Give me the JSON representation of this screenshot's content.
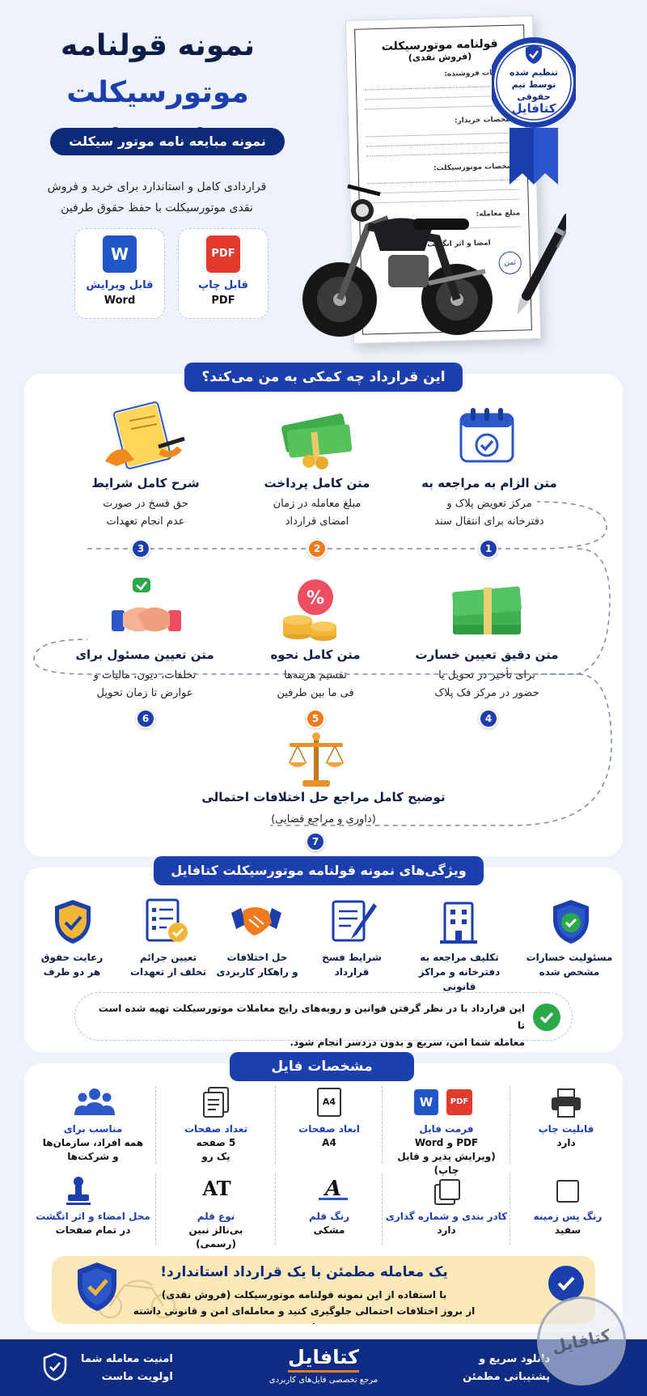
{
  "header": {
    "title_line1": "نمونه قولنامه",
    "title_line2": "موتورسیکلت (نقدی)",
    "subtitle_pill": "نمونه مبایعه نامه موتور سیکلت",
    "description_line1": "قراردادی کامل و استاندارد برای خرید و فروش",
    "description_line2": "نقدی موتورسیکلت با حفظ حقوق طرفین",
    "word_card": {
      "icon_letter": "W",
      "line1": "قابل ویرایش",
      "line2": "Word"
    },
    "pdf_card": {
      "icon_text": "PDF",
      "line1": "قابل چاپ",
      "line2": "PDF"
    },
    "seal": {
      "line1": "تنظیم شده",
      "line2": "توسط تیم",
      "line3": "حقوقی",
      "line4": "کتافایل"
    },
    "document": {
      "title": "قولنامه موتورسیکلت",
      "subtitle": "(فروش نقدی)",
      "section1": "مشخصات فروشنده:",
      "section2": "مشخصات خریدار:",
      "section3": "مشخصات موتورسیکلت:",
      "section4": "مبلغ معامله:",
      "footer": "امضا و اثر انگشت طرفین",
      "stamp": "ثمن"
    }
  },
  "help": {
    "title": "این قرارداد چه کمکی به من می‌کند؟",
    "items": [
      {
        "num": "1",
        "title": "متن الزام به مراجعه به",
        "line1": "مرکز تعویض پلاک و",
        "line2": "دفترخانه برای انتقال سند"
      },
      {
        "num": "2",
        "title": "متن کامل پرداخت",
        "line1": "مبلغ معامله در زمان",
        "line2": "امضای قرارداد"
      },
      {
        "num": "3",
        "title": "شرح کامل شرایط",
        "line1": "حق فسخ در صورت",
        "line2": "عدم انجام تعهدات"
      },
      {
        "num": "4",
        "title": "متن دقیق تعیین خسارت",
        "line1": "برای تأخیر در تحویل یا",
        "line2": "حضور در مرکز فک پلاک"
      },
      {
        "num": "5",
        "title": "متن کامل نحوه",
        "line1": "تقسیم هزینه‌ها",
        "line2": "فی ما بین طرفین"
      },
      {
        "num": "6",
        "title": "متن تعیین مسئول برای",
        "line1": "تخلفات، دیون، مالیات و",
        "line2": "عوارض تا زمان تحویل"
      },
      {
        "num": "7",
        "title": "توضیح کامل مراجع حل اختلافات احتمالی",
        "line1": "(داوری و مراجع قضایی)",
        "line2": ""
      }
    ]
  },
  "features": {
    "title": "ویژگی‌های نمونه قولنامه موتورسیکلت کتافایل",
    "items": [
      {
        "line1": "مسئولیت خسارات",
        "line2": "مشخص شده"
      },
      {
        "line1": "تکلیف مراجعه به",
        "line2": "دفترخانه و مراکز قانونی"
      },
      {
        "line1": "شرایط فسخ",
        "line2": "قرارداد"
      },
      {
        "line1": "حل اختلافات",
        "line2": "و راهکار کاربردی"
      },
      {
        "line1": "تعیین جرائم",
        "line2": "تخلف از تعهدات"
      },
      {
        "line1": "رعایت حقوق",
        "line2": "هر دو طرف"
      }
    ],
    "note_line1": "این قرارداد با در نظر گرفتن قوانین و رویه‌های رایج معاملات موتورسیکلت تهیه شده است تا",
    "note_line2": "معامله شما امن، سریع و بدون دردسر انجام شود."
  },
  "specs": {
    "title": "مشخصات فایل",
    "row1": [
      {
        "label": "قابلیت چاپ",
        "value1": "دارد",
        "value2": "",
        "value3": ""
      },
      {
        "label": "فرمت فایل",
        "value1": "PDF و Word",
        "value2": "(ویرایش پذیر و قابل چاپ)",
        "value3": ""
      },
      {
        "label": "ابعاد صفحات",
        "value1": "A4",
        "value2": "",
        "value3": "",
        "icon_text": "A4"
      },
      {
        "label": "تعداد صفحات",
        "value1": "5 صفحه",
        "value2": "یک رو",
        "value3": ""
      },
      {
        "label": "مناسب برای",
        "value1": "همه افراد، سازمان‌ها",
        "value2": "و شرکت‌ها",
        "value3": ""
      }
    ],
    "row2": [
      {
        "label": "رنگ پس زمینه",
        "value1": "سفید",
        "value2": ""
      },
      {
        "label": "کادر بندی و شماره گذاری",
        "value1": "دارد",
        "value2": ""
      },
      {
        "label": "رنگ قلم",
        "value1": "مشکی",
        "value2": "",
        "icon_text": "A"
      },
      {
        "label": "نوع قلم",
        "value1": "بی‌نالز نبین",
        "value2": "(رسمی)",
        "icon_text": "AT"
      },
      {
        "label": "محل امضاء و اثر انگشت",
        "value1": "در تمام صفحات",
        "value2": ""
      }
    ]
  },
  "banner": {
    "title": "یک معامله مطمئن با یک قرارداد استاندارد!",
    "line1": "با استفاده از این نمونه قولنامه موتورسیکلت (فروش نقدی)",
    "line2": "از بروز اختلافات احتمالی جلوگیری کنید و معامله‌ای امن و قانونی داشته باشید."
  },
  "footer": {
    "right_line1": "دانلود سریع و",
    "right_line2": "پشتیبانی مطمئن",
    "brand": "کتافایل",
    "brand_tagline": "مرجع تخصصی فایل‌های کاربردی",
    "left_line1": "امنیت معامله شما",
    "left_line2": "اولویت ماست",
    "watermark": "کتافایل"
  },
  "colors": {
    "primary": "#1d3fae",
    "dark": "#0d2a7a",
    "orange": "#f07b1f",
    "green": "#2aa84a",
    "footer": "#0f2c85"
  }
}
